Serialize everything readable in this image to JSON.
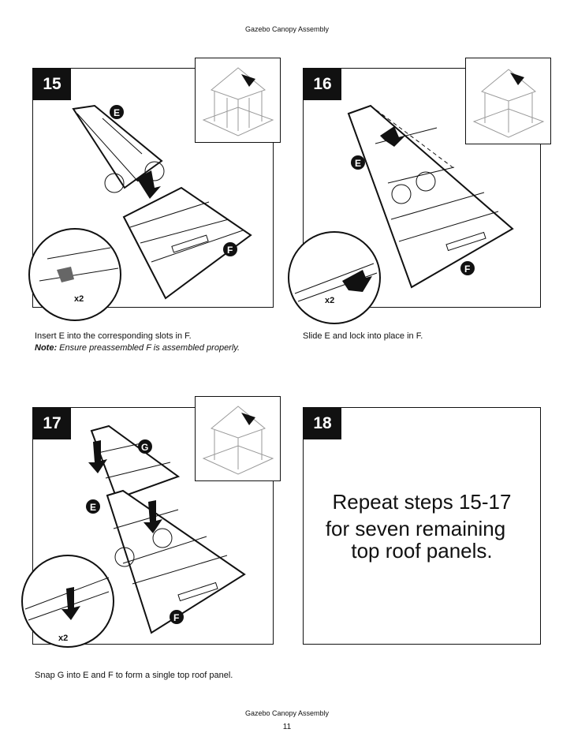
{
  "header": {
    "title": "Gazebo Canopy Assembly"
  },
  "steps": [
    {
      "number": "15",
      "caption": "Insert E into the corresponding slots in F.",
      "note_label": "Note:",
      "note_text": " Ensure preassembled F is assembled properly.",
      "parts": [
        "E",
        "F"
      ],
      "detail_label": "x2"
    },
    {
      "number": "16",
      "caption": "Slide E and lock into place in F.",
      "parts": [
        "E",
        "F"
      ],
      "detail_label": "x2"
    },
    {
      "number": "17",
      "caption": "Snap G into E and F to form a single top roof panel.",
      "parts": [
        "G",
        "E",
        "F"
      ],
      "detail_label": "x2"
    },
    {
      "number": "18",
      "repeat_lines": [
        "Repeat steps 15-17",
        "for seven remaining",
        "top roof panels."
      ]
    }
  ],
  "footer": {
    "title": "Gazebo Canopy Assembly",
    "page": "11"
  },
  "colors": {
    "ink": "#111111",
    "paper": "#ffffff",
    "thumb_gray": "#9a9a9a"
  }
}
